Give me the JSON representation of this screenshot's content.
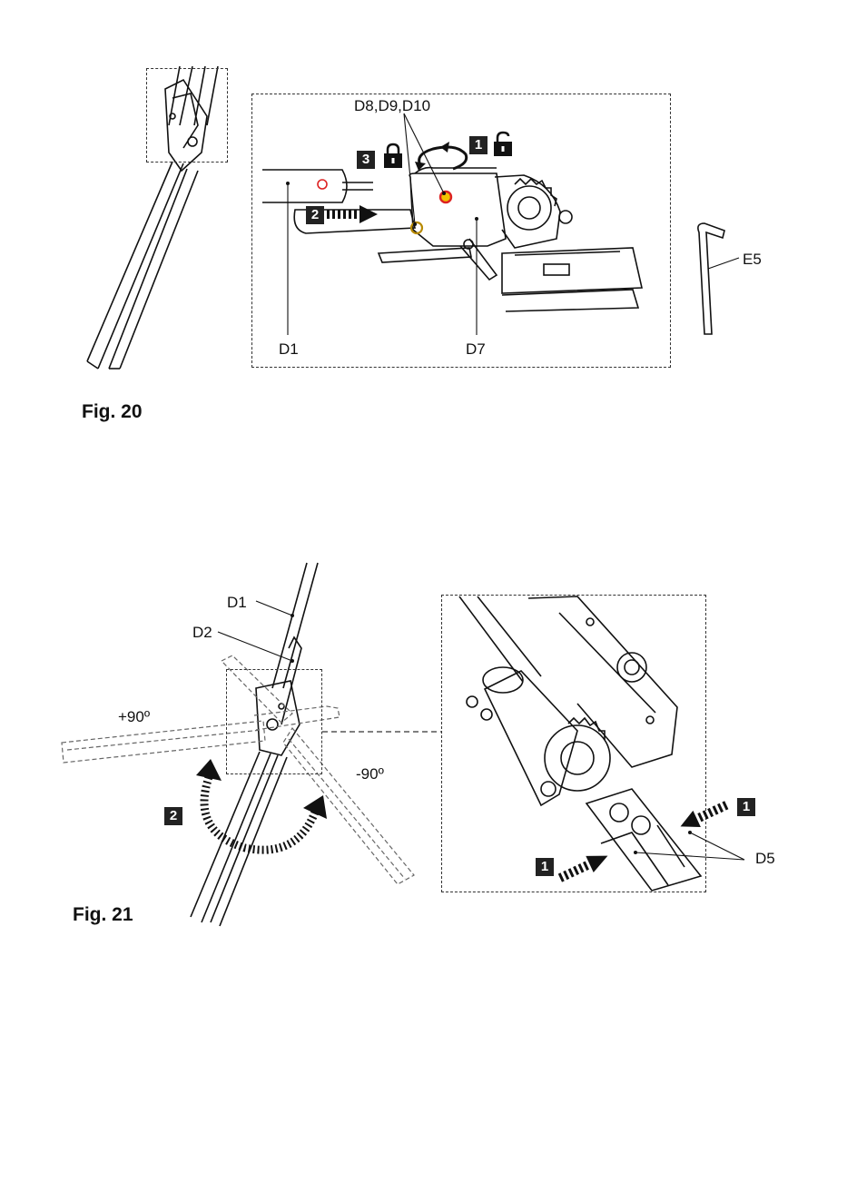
{
  "fig20": {
    "caption": "Fig. 20",
    "labels": {
      "fasteners": "D8,D9,D10",
      "tube": "D1",
      "coupling": "D7",
      "hex_key": "E5"
    },
    "steps": [
      "1",
      "2",
      "3"
    ],
    "icons": [
      "unlock-icon",
      "lock-icon",
      "rotate-arrow-icon",
      "push-arrow-icon"
    ]
  },
  "fig21": {
    "caption": "Fig. 21",
    "labels": {
      "tube": "D1",
      "adapter": "D2",
      "angle_pos": "+90º",
      "angle_neg": "-90º",
      "buttons": "D5"
    },
    "steps": [
      "2",
      "1",
      "1"
    ],
    "icons": [
      "curved-arrow-icon",
      "push-arrow-icon"
    ]
  }
}
